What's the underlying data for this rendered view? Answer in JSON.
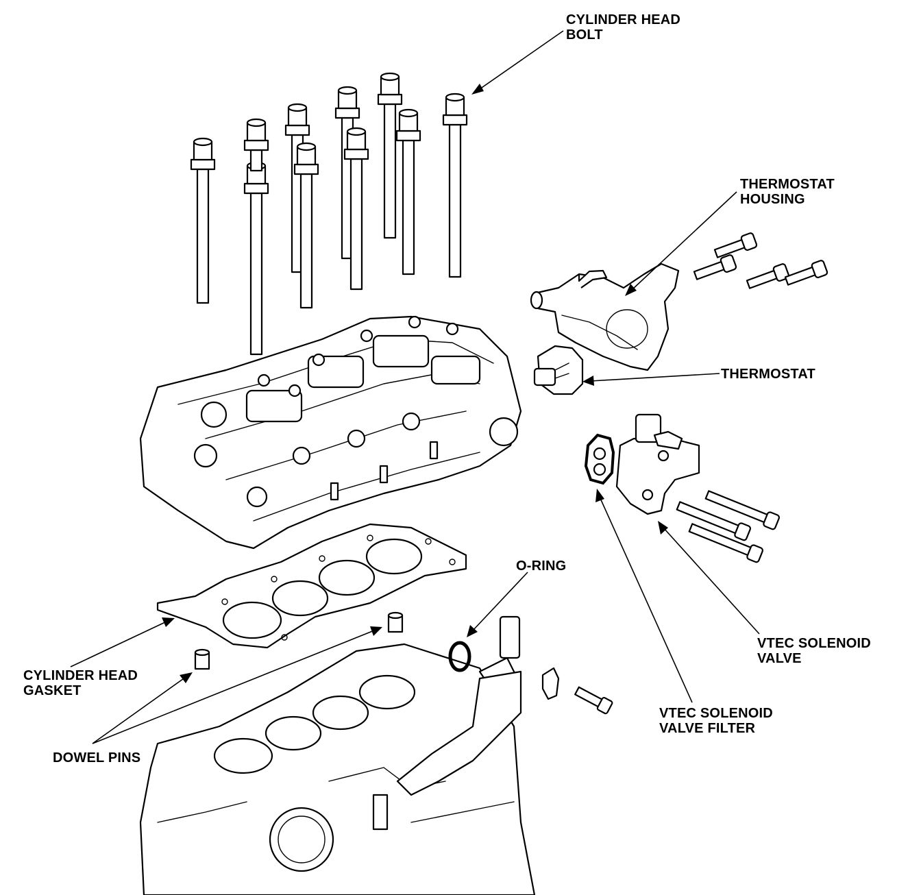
{
  "labels": {
    "cylinder_head_bolt": [
      "CYLINDER HEAD",
      "BOLT"
    ],
    "thermostat_housing": [
      "THERMOSTAT",
      "HOUSING"
    ],
    "thermostat": [
      "THERMOSTAT"
    ],
    "o_ring": [
      "O-RING"
    ],
    "vtec_solenoid_valve": [
      "VTEC SOLENOID",
      "VALVE"
    ],
    "vtec_solenoid_valve_filter": [
      "VTEC SOLENOID",
      "VALVE FILTER"
    ],
    "cylinder_head_gasket": [
      "CYLINDER HEAD",
      "GASKET"
    ],
    "dowel_pins": [
      "DOWEL PINS"
    ]
  },
  "colors": {
    "line": "#000000",
    "background": "#ffffff"
  }
}
